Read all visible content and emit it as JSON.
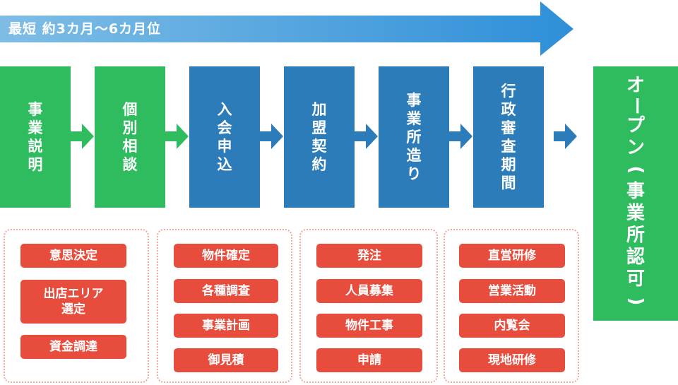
{
  "timeline": {
    "label": "最短  約3カ月〜6カ月位",
    "color": "#2e8fd8"
  },
  "steps": [
    {
      "chars": [
        "事",
        "業",
        "説",
        "明"
      ],
      "color": "green"
    },
    {
      "chars": [
        "個",
        "別",
        "相",
        "談"
      ],
      "color": "green"
    },
    {
      "chars": [
        "入",
        "会",
        "申",
        "込"
      ],
      "color": "blue"
    },
    {
      "chars": [
        "加",
        "盟",
        "契",
        "約"
      ],
      "color": "blue"
    },
    {
      "chars": [
        "事",
        "業",
        "所",
        "造",
        "り"
      ],
      "color": "blue"
    },
    {
      "chars": [
        "行",
        "政",
        "審",
        "査",
        "期",
        "間"
      ],
      "color": "blue"
    }
  ],
  "final": {
    "chars": [
      "オ",
      "ー",
      "プ",
      "ン",
      "(",
      "事",
      "業",
      "所",
      "認",
      "可",
      ")"
    ]
  },
  "groups": [
    {
      "tasks": [
        "意思決定",
        "出店エリア\n選定",
        "資金調達"
      ]
    },
    {
      "tasks": [
        "物件確定",
        "各種調査",
        "事業計画",
        "御見積"
      ]
    },
    {
      "tasks": [
        "発注",
        "人員募集",
        "物件工事",
        "申請"
      ]
    },
    {
      "tasks": [
        "直営研修",
        "営業活動",
        "内覧会",
        "現地研修"
      ]
    }
  ],
  "colors": {
    "green": "#2ebc5f",
    "blue": "#2b7cb9",
    "task": "#e84c3d",
    "group_border": "#f0a89c"
  }
}
